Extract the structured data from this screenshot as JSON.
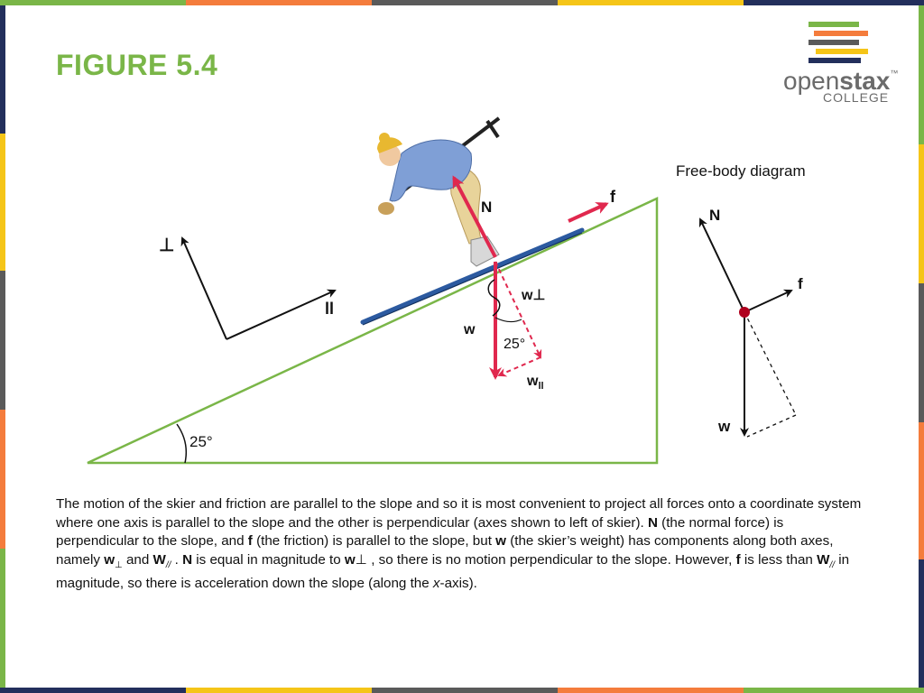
{
  "title": "FIGURE 5.4",
  "logo": {
    "word_light": "open",
    "word_bold": "stax",
    "tm": "™",
    "sub": "COLLEGE",
    "stripe_colors": [
      "#7ab648",
      "#f47c3c",
      "#5a5a5a",
      "#f5c518",
      "#232f5c"
    ]
  },
  "frame_colors": {
    "top": [
      "#7ab648",
      "#f47c3c",
      "#5a5a5a",
      "#f5c518",
      "#f47c3c",
      "#232f5c"
    ],
    "bottom": [
      "#232f5c",
      "#f5c518",
      "#5a5a5a",
      "#f47c3c",
      "#7ab648"
    ]
  },
  "diagram": {
    "slope_angle_label": "25°",
    "force_angle_label": "25°",
    "axis_perp_label": "⊥",
    "axis_par_label": "ll",
    "label_N": "N",
    "label_f": "f",
    "label_w": "w",
    "label_wperp": "w⊥",
    "label_wpar_base": "w",
    "label_wpar_sub": "ll",
    "fbd_title": "Free-body diagram",
    "fbd_N": "N",
    "fbd_f": "f",
    "fbd_w": "w",
    "colors": {
      "slope": "#7ab648",
      "force_red": "#e0284e",
      "ski": "#2c5aa0",
      "fbd_dot": "#b0001e"
    }
  },
  "caption": {
    "s1": "The motion of the skier and friction are parallel to the slope and so it is most convenient to project all forces onto a coordinate system where one axis is parallel to the slope and the other is perpendicular (axes shown to left of skier). ",
    "N1": "N",
    "s2": " (the normal force) is perpendicular to the slope, and ",
    "f1": "f",
    "s3": " (the friction) is parallel to the slope, but ",
    "w1": "w",
    "s4": " (the skier’s weight) has components along both axes, namely ",
    "w2": "w",
    "w2sub": "⊥",
    "s5": " and ",
    "W3": "W",
    "W3sub": "//",
    "s6": " . ",
    "N2": "N",
    "s7": " is equal in magnitude to ",
    "w4": "w",
    "s8": "⊥ , so there is no motion perpendicular to the slope. However, ",
    "f2": "f",
    "s9": " is less than ",
    "W5": "W",
    "W5sub": "//",
    "s10": " in magnitude, so there is acceleration down the slope (along the ",
    "x": "x",
    "s11": "-axis)."
  }
}
